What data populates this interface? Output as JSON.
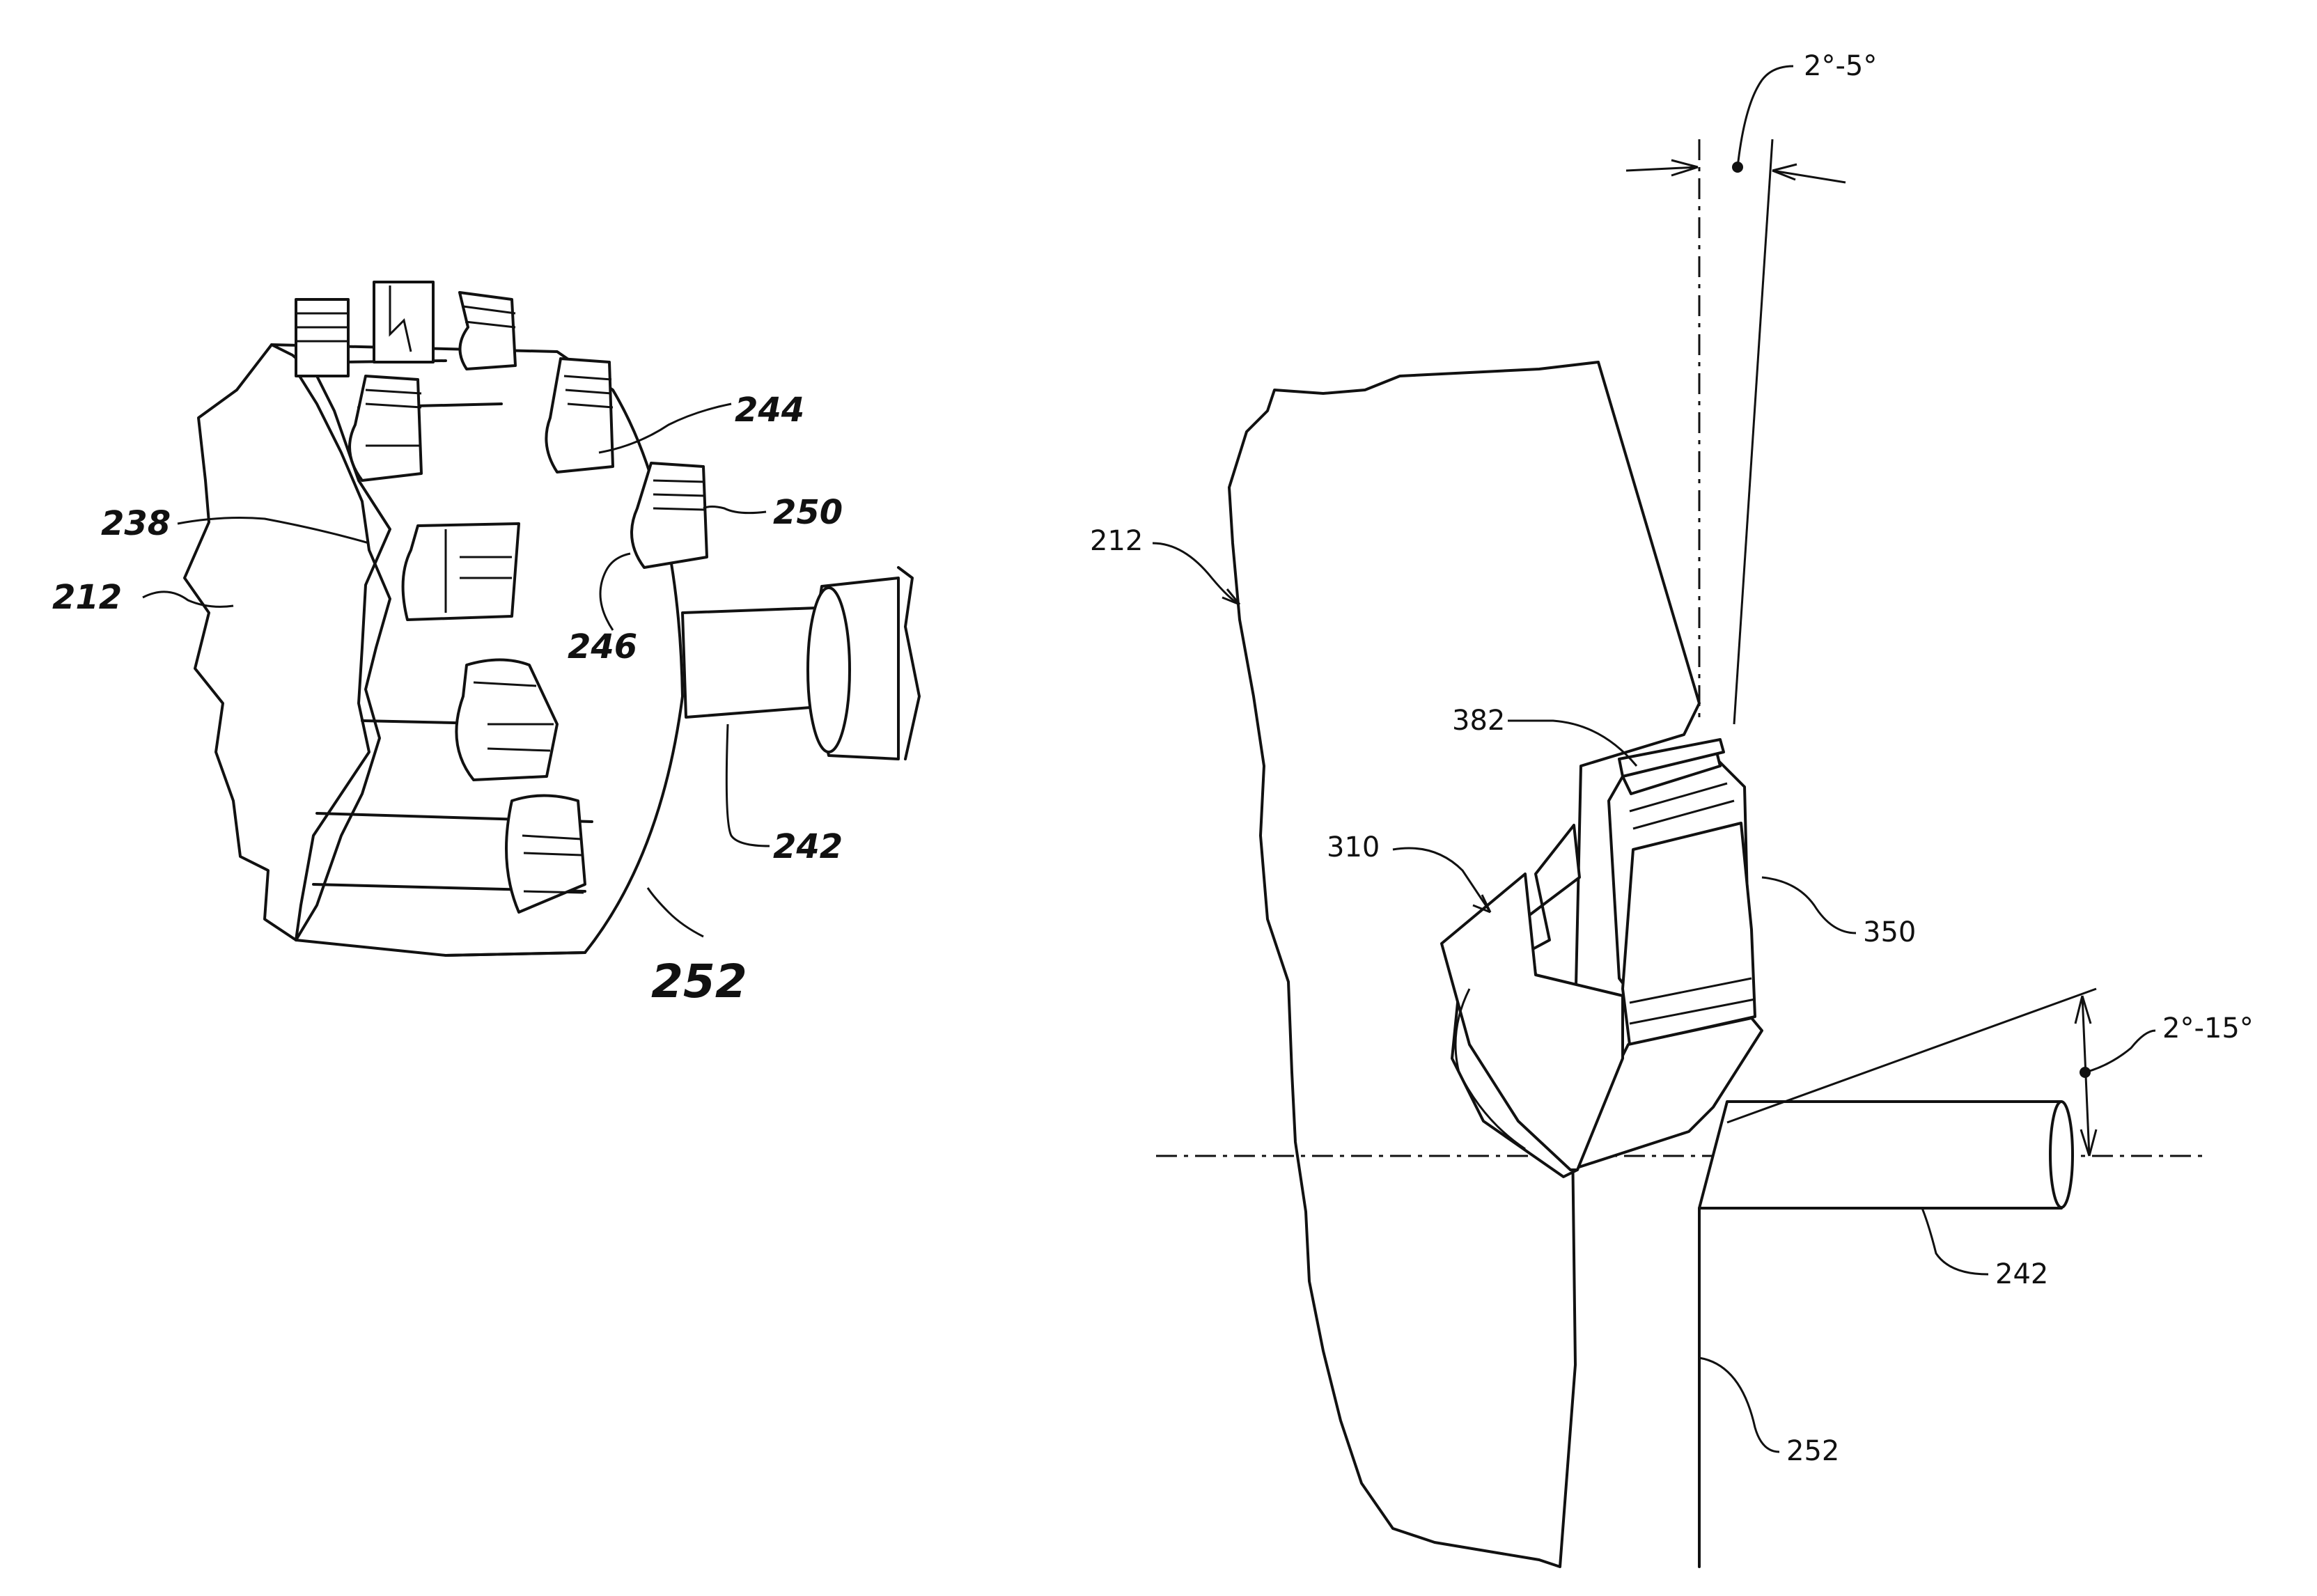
{
  "left_figure": {
    "labels": {
      "l238": "238",
      "l212": "212",
      "l244": "244",
      "l250": "250",
      "l246": "246",
      "l242": "242",
      "l252": "252"
    }
  },
  "right_figure": {
    "labels": {
      "l212": "212",
      "l382": "382",
      "l310": "310",
      "l350": "350",
      "l242": "242",
      "l252": "252",
      "angle_top": "2°-5°",
      "angle_right": "2°-15°"
    }
  }
}
